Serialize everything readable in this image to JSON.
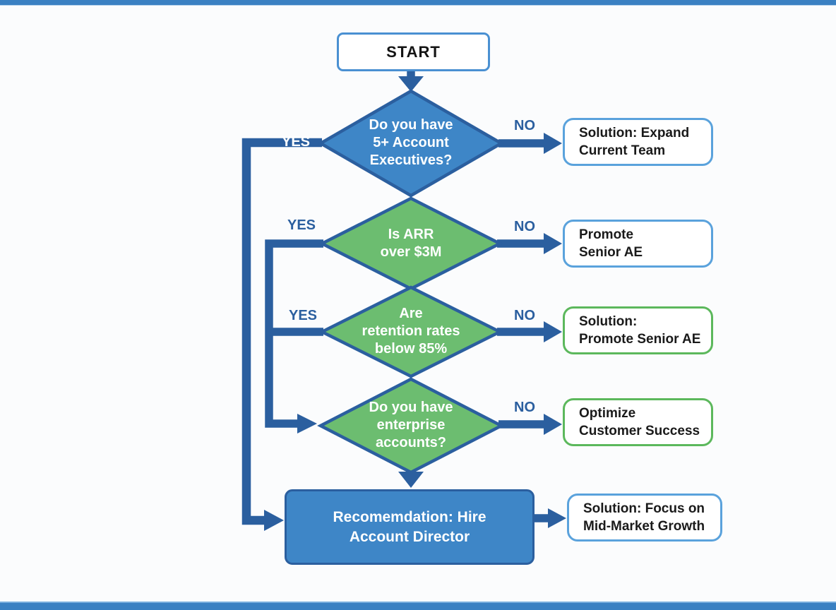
{
  "colors": {
    "accent_bar": "#3a80c2",
    "line": "#2b5f9f",
    "blue_fill": "#3e86c7",
    "green_fill": "#6cbd70",
    "blue_border": "#5aa2dc",
    "green_border": "#5cb85c",
    "start_border": "#4a90d2",
    "label_blue": "#2b5f9f",
    "background": "#fbfcfd"
  },
  "flowchart": {
    "start": "START",
    "decisions": [
      {
        "label": "Do you have\n5+ Account\nExecutives?",
        "fill": "blue"
      },
      {
        "label": "Is ARR\nover $3M",
        "fill": "green"
      },
      {
        "label": "Are\nretention rates\nbelow 85%",
        "fill": "green"
      },
      {
        "label": "Do you have\nenterprise\naccounts?",
        "fill": "green"
      }
    ],
    "recommendation": "Recomemdation: Hire\nAccount Director",
    "solutions": [
      {
        "label": "Solution: Expand\nCurrent Team",
        "border": "blue"
      },
      {
        "label": "Promote\nSenior AE",
        "border": "blue"
      },
      {
        "label": "Solution:\nPromote Senior AE",
        "border": "green"
      },
      {
        "label": "Optimize\nCustomer Success",
        "border": "green"
      },
      {
        "label": "Solution: Focus on\nMid-Market Growth",
        "border": "blue"
      }
    ],
    "branch_labels": {
      "yes1": "YES",
      "yes2": "YES",
      "yes3": "YES",
      "no1": "NO",
      "no2": "NO",
      "no3": "NO",
      "no4": "NO"
    }
  }
}
